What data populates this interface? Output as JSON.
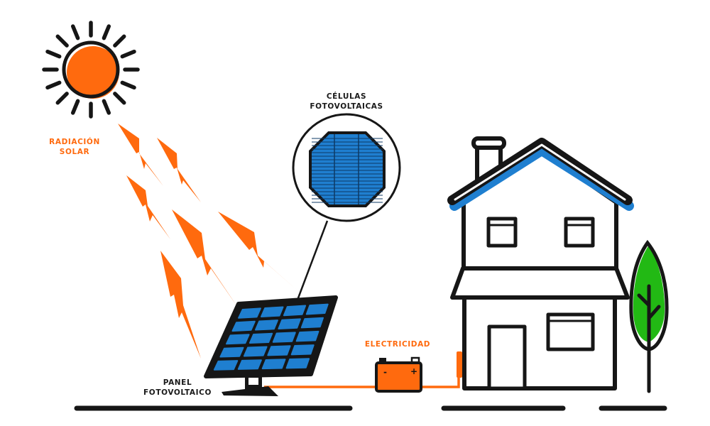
{
  "diagram": {
    "title": "Sistema solar fotovoltaico",
    "colors": {
      "accent_orange": "#ff6a0e",
      "panel_blue": "#1f7fd0",
      "tree_green": "#22b914",
      "outline": "#161616"
    },
    "labels": {
      "radiation_line1": "RADIACIÓN",
      "radiation_line2": "SOLAR",
      "cells_line1": "CÉLULAS",
      "cells_line2": "FOTOVOLTAICAS",
      "panel_line1": "PANEL",
      "panel_line2": "FOTOVOLTAICO",
      "electricity": "ELECTRICIDAD"
    },
    "nodes": [
      {
        "id": "sun",
        "label": "Radiación solar",
        "icon": "sun-icon"
      },
      {
        "id": "cells",
        "label": "Células fotovoltaicas",
        "icon": "solar-cell-icon"
      },
      {
        "id": "panel",
        "label": "Panel fotovoltaico",
        "icon": "solar-panel-icon"
      },
      {
        "id": "battery",
        "label": "Electricidad",
        "icon": "battery-icon",
        "terminals": [
          "-",
          "+"
        ]
      },
      {
        "id": "house",
        "label": "",
        "icon": "house-icon"
      },
      {
        "id": "tree",
        "label": "",
        "icon": "tree-icon"
      }
    ],
    "edges": [
      {
        "from": "sun",
        "to": "panel",
        "kind": "radiation-bolts",
        "count": 6
      },
      {
        "from": "cells",
        "to": "panel",
        "kind": "callout-line"
      },
      {
        "from": "panel",
        "to": "battery",
        "kind": "cable"
      },
      {
        "from": "battery",
        "to": "house",
        "kind": "cable"
      }
    ],
    "panel_grid": {
      "rows": 5,
      "cols": 4
    }
  }
}
